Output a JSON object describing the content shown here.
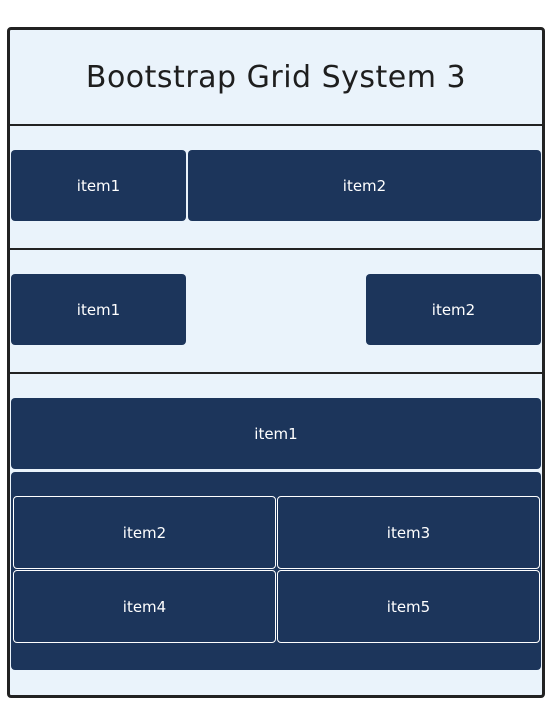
{
  "title": "Bootstrap Grid System 3",
  "row1": {
    "item1": "item1",
    "item2": "item2"
  },
  "row2": {
    "item1": "item1",
    "item2": "item2"
  },
  "row3": {
    "item1": "item1",
    "item2": "item2",
    "item3": "item3",
    "item4": "item4",
    "item5": "item5"
  }
}
